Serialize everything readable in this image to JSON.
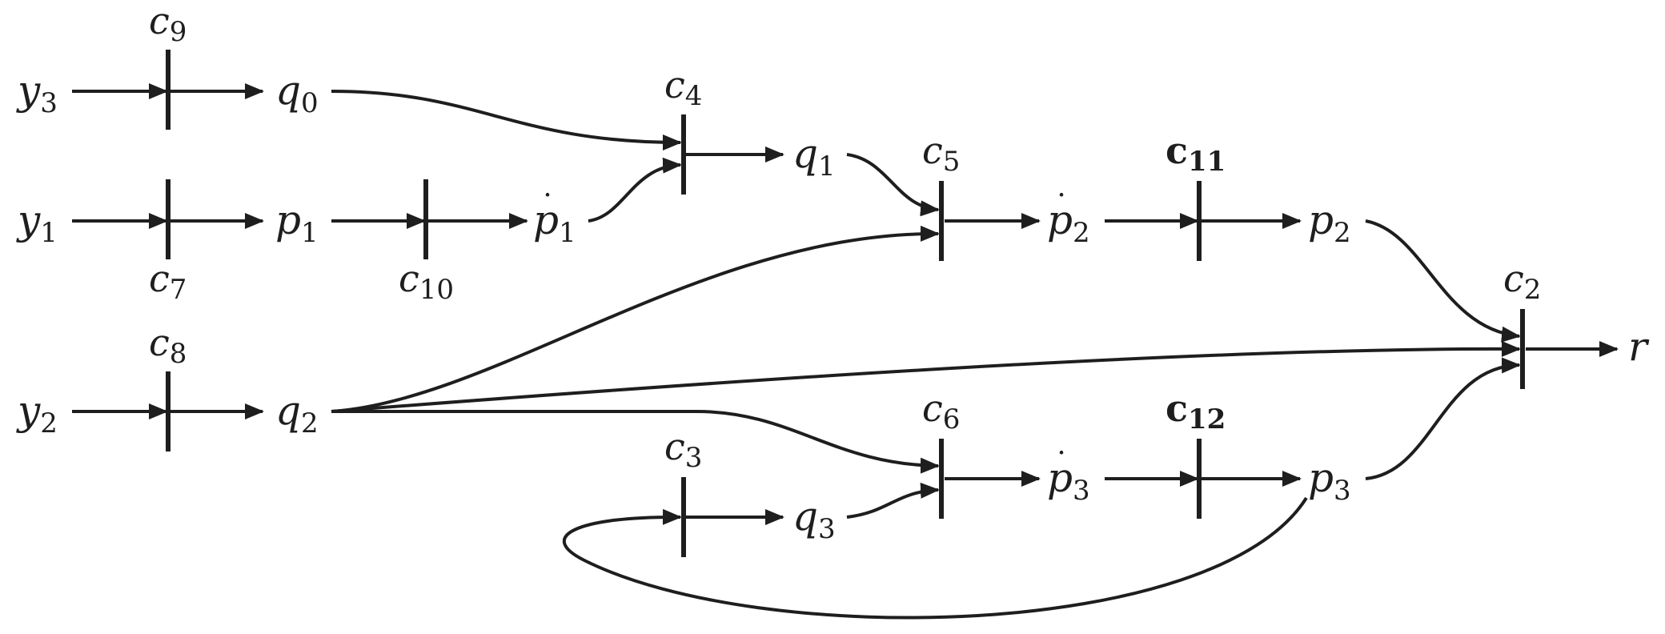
{
  "nodes": {
    "y3": {
      "base": "y",
      "sub": "3"
    },
    "y1": {
      "base": "y",
      "sub": "1"
    },
    "y2": {
      "base": "y",
      "sub": "2"
    },
    "q0": {
      "base": "q",
      "sub": "0"
    },
    "p1": {
      "base": "p",
      "sub": "1"
    },
    "p1dot": {
      "base": "p",
      "sub": "1",
      "dot": "˙"
    },
    "q1": {
      "base": "q",
      "sub": "1"
    },
    "p2dot": {
      "base": "p",
      "sub": "2",
      "dot": "˙"
    },
    "p2": {
      "base": "p",
      "sub": "2"
    },
    "q2": {
      "base": "q",
      "sub": "2"
    },
    "q3": {
      "base": "q",
      "sub": "3"
    },
    "p3dot": {
      "base": "p",
      "sub": "3",
      "dot": "˙"
    },
    "p3": {
      "base": "p",
      "sub": "3"
    },
    "r": {
      "base": "r",
      "sub": ""
    }
  },
  "constraints": {
    "c9": {
      "base": "c",
      "sub": "9"
    },
    "c7": {
      "base": "c",
      "sub": "7"
    },
    "c10": {
      "base": "c",
      "sub": "10"
    },
    "c4": {
      "base": "c",
      "sub": "4"
    },
    "c5": {
      "base": "c",
      "sub": "5"
    },
    "c11": {
      "base": "c",
      "sub": "11"
    },
    "c8": {
      "base": "c",
      "sub": "8"
    },
    "c2": {
      "base": "c",
      "sub": "2"
    },
    "c6": {
      "base": "c",
      "sub": "6"
    },
    "c12": {
      "base": "c",
      "sub": "12"
    },
    "c3": {
      "base": "c",
      "sub": "3"
    }
  }
}
